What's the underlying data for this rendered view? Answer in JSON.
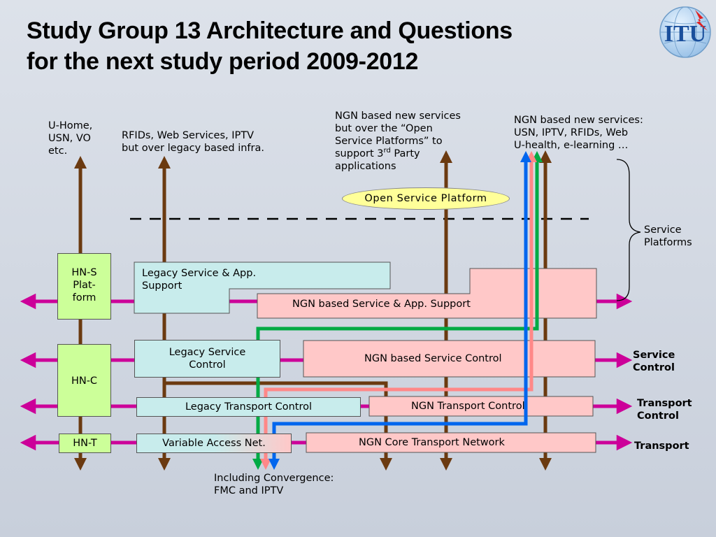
{
  "title": {
    "line1": "Study Group 13 Architecture and Questions",
    "line2": "for the next study period 2009-2012"
  },
  "logo": {
    "text": "ITU"
  },
  "labels": {
    "uhome": [
      "U-Home,",
      "USN, VO",
      "etc."
    ],
    "rfid": [
      "RFIDs, Web Services,  IPTV",
      "but over legacy based infra."
    ],
    "ngn_osp": [
      "NGN based new services",
      "but over the “Open",
      "Service Platforms” to",
      "support 3",
      "rd",
      " Party",
      "applications"
    ],
    "ngn_new": [
      "NGN based new services:",
      "USN, IPTV,  RFIDs, Web",
      "U-health, e-learning …"
    ],
    "service_platforms": [
      "Service",
      "Platforms"
    ],
    "service_control": [
      "Service",
      "Control"
    ],
    "transport_control": [
      "Transport",
      "Control"
    ],
    "transport": "Transport",
    "convergence": [
      "Including Convergence:",
      "FMC and IPTV"
    ]
  },
  "open_service_platform": "Open  Service  Platform",
  "boxes": {
    "hns": [
      "HN-S",
      "Plat-",
      "form"
    ],
    "hnc": "HN-C",
    "hnt": "HN-T",
    "legacy_service_app": [
      "Legacy Service & App.",
      "Support"
    ],
    "ngn_service_app": "NGN based Service & App. Support",
    "legacy_service_control": [
      "Legacy Service",
      "Control"
    ],
    "ngn_service_control": "NGN based Service Control",
    "legacy_transport_control": "Legacy Transport Control",
    "ngn_transport_control": "NGN Transport Control",
    "variable_access": "Variable Access Net.",
    "ngn_core_transport": "NGN Core Transport Network"
  },
  "colors": {
    "brown": "#6b3a10",
    "magenta": "#cc0099",
    "green_path": "#00aa44",
    "pink_path": "#ff8888",
    "blue_path": "#0066ee",
    "hn_box": "#ccff99",
    "legacy_box": "#c8ecec",
    "ngn_box": "#ffc8c8",
    "osp_fill": "#ffff99"
  }
}
